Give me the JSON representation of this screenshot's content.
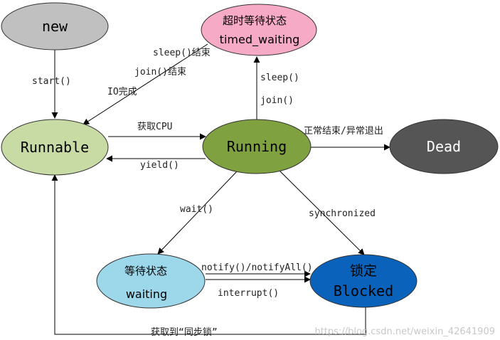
{
  "states": {
    "new": {
      "label": "new",
      "fill": "#c0c0c0"
    },
    "timed_waiting": {
      "label_cn": "超时等待状态",
      "label": "timed_waiting",
      "fill": "#f7aac5"
    },
    "runnable": {
      "label": "Runnable",
      "fill": "#c8dba5"
    },
    "running": {
      "label": "Running",
      "fill": "#7fa13f"
    },
    "dead": {
      "label": "Dead",
      "fill": "#555555"
    },
    "waiting": {
      "label_cn": "等待状态",
      "label": "waiting",
      "fill": "#9dd7ea"
    },
    "blocked": {
      "label_cn": "锁定",
      "label": "Blocked",
      "fill": "#0b62ba"
    }
  },
  "transitions": {
    "start": "start()",
    "sleep_end": "sleep()结束",
    "join_end": "join()结束",
    "io_done": "IO完成",
    "get_cpu": "获取CPU",
    "yield": "yield()",
    "sleep": "sleep()",
    "join": "join()",
    "finish": "正常结束/异常退出",
    "wait": "wait()",
    "synchronized": "synchronized",
    "notify": "notify()/notifyAll()",
    "interrupt": "interrupt()",
    "acquire_lock": "获取到“同步锁”"
  },
  "watermark": "https://blog.csdn.net/weixin_42641909"
}
